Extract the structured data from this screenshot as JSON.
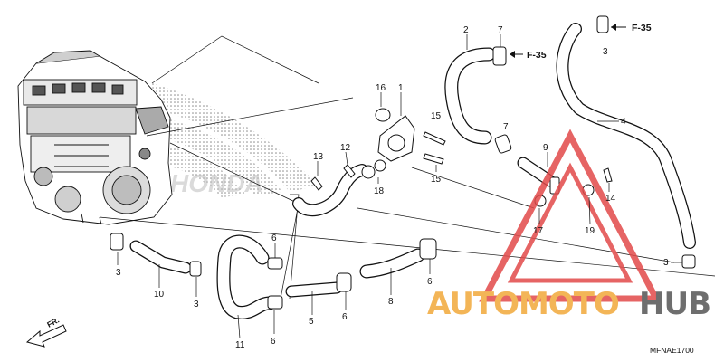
{
  "callouts": {
    "c1": "1",
    "c2": "2",
    "c3a": "3",
    "c3b": "3",
    "c3c": "3",
    "c3d": "3",
    "c4": "4",
    "c5": "5",
    "c6a": "6",
    "c6b": "6",
    "c6c": "6",
    "c6d": "6",
    "c7a": "7",
    "c7b": "7",
    "c8": "8",
    "c9": "9",
    "c10": "10",
    "c11": "11",
    "c12": "12",
    "c13": "13",
    "c14": "14",
    "c15a": "15",
    "c15b": "15",
    "c16": "16",
    "c17": "17",
    "c18": "18",
    "c19": "19"
  },
  "references": {
    "ref_a": "F-35",
    "ref_b": "F-35"
  },
  "direction_label": "FR.",
  "drawing_code": "MFNAE1700",
  "watermark": {
    "text_left": "AUTOMOTO",
    "text_right": "HUB",
    "color_left": "#f2a93a",
    "color_right": "#555555",
    "triangle_color": "#e24a4a"
  },
  "brand_background": {
    "text": "HONDA",
    "color": "#9a9a9a"
  }
}
